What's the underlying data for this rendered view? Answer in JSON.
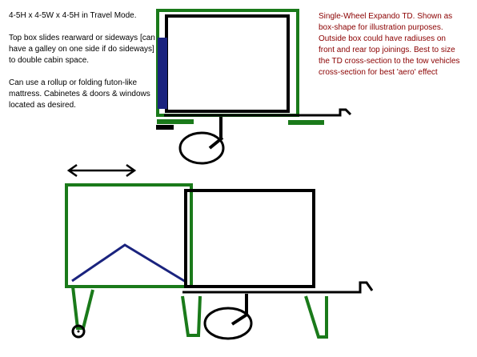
{
  "notes": {
    "left": {
      "dimensions": "4-5H x 4-5W x 4-5H in Travel Mode.",
      "slide": "Top box slides rearward or sideways [can have a galley on one side if do sideways] to double cabin space.",
      "mattress": "Can use a rollup or folding futon-like mattress.  Cabinetes & doors & windows located as desired."
    },
    "right": {
      "description": "Single-Wheel Expando TD.  Shown as box-shape for illustration purposes. Outside box could have radiuses on front and rear top joinings.  Best to size the TD cross-section to the tow vehicles cross-section for best 'aero' effect"
    }
  },
  "colors": {
    "frame": "#000000",
    "slide_box": "#1a7a1a",
    "bed_support": "#1a237e",
    "note_text": "#8b0000"
  },
  "icons": {
    "travel_trailer": "trailer-travel-mode-drawing",
    "expanded_trailer": "trailer-expanded-mode-drawing",
    "slide_arrow": "double-headed-arrow"
  }
}
